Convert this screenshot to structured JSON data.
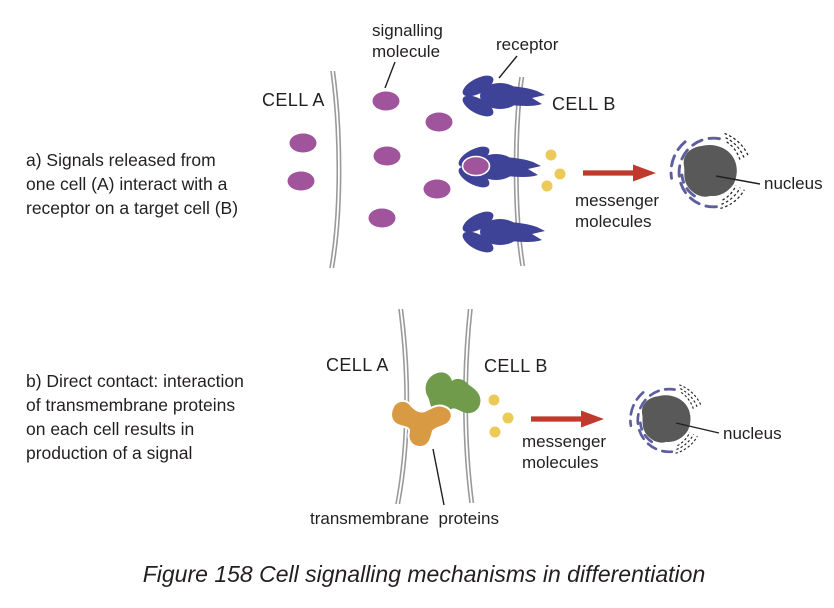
{
  "figure_caption": "Figure 158 Cell signalling mechanisms in differentiation",
  "colors": {
    "signalling_molecule": "#a0549b",
    "receptor": "#3f4398",
    "messenger_molecule": "#ecca58",
    "arrow": "#bf3a2d",
    "membrane": "#9a9a9a",
    "nucleus": "#595959",
    "nucleus_dashes_purple": "#5d5e9e",
    "nucleus_dashes_black": "#222222",
    "protein_cell_a": "#d89a42",
    "protein_cell_b": "#6f9b4a",
    "text": "#231f20"
  },
  "section_a": {
    "description": "a) Signals released from\none cell (A) interact with a\nreceptor on a target cell (B)",
    "labels": {
      "signalling_molecule": "signalling\nmolecule",
      "receptor": "receptor",
      "cell_a": "CELL A",
      "cell_b": "CELL B",
      "messenger_molecules": "messenger\nmolecules",
      "nucleus": "nucleus"
    },
    "counts": {
      "free_signalling_molecules": 7,
      "bound_signalling_molecules": 1,
      "receptors": 3,
      "messenger_molecules": 3
    }
  },
  "section_b": {
    "description": "b) Direct contact: interaction\nof transmembrane proteins\non each cell results in\nproduction of a signal",
    "labels": {
      "cell_a": "CELL A",
      "cell_b": "CELL B",
      "messenger_molecules": "messenger\nmolecules",
      "nucleus": "nucleus",
      "transmembrane_proteins": "transmembrane  proteins"
    },
    "counts": {
      "messenger_molecules": 3,
      "transmembrane_proteins": 2
    }
  }
}
